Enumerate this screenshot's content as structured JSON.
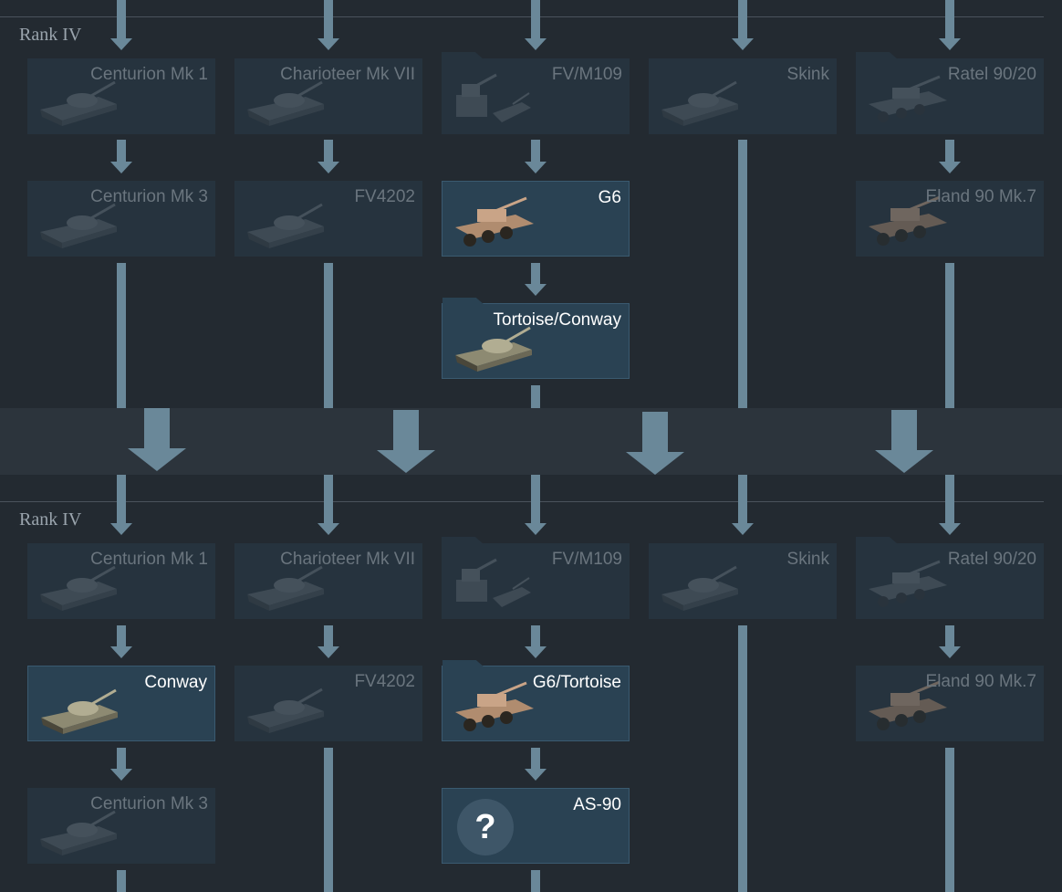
{
  "sections": [
    {
      "rank_label": "Rank IV",
      "vehicles": {
        "centurion_mk1": "Centurion Mk 1",
        "charioteer_mk7": "Charioteer Mk VII",
        "fv_m109": "FV/M109",
        "skink": "Skink",
        "ratel_90_20": "Ratel 90/20",
        "centurion_mk3": "Centurion Mk 3",
        "fv4202": "FV4202",
        "g6": "G6",
        "eland_90_mk7": "Eland 90 Mk.7",
        "tortoise_conway": "Tortoise/Conway"
      }
    },
    {
      "rank_label": "Rank IV",
      "vehicles": {
        "centurion_mk1": "Centurion Mk 1",
        "charioteer_mk7": "Charioteer Mk VII",
        "fv_m109": "FV/M109",
        "skink": "Skink",
        "ratel_90_20": "Ratel 90/20",
        "conway": "Conway",
        "fv4202": "FV4202",
        "g6_tortoise": "G6/Tortoise",
        "eland_90_mk7": "Eland 90 Mk.7",
        "centurion_mk3": "Centurion Mk 3",
        "as_90": "AS-90",
        "unknown_glyph": "?"
      }
    }
  ],
  "icons": {
    "vehicle": "tank-icon",
    "unknown": "question-mark-icon",
    "connector": "arrow-down-icon"
  },
  "colors": {
    "background": "#232a31",
    "band": "#2c343c",
    "connector": "#6a8899",
    "card_locked": "#26333e",
    "card_unlocked": "#2a4253",
    "text_locked": "#6a757e",
    "text_unlocked": "#ffffff"
  }
}
